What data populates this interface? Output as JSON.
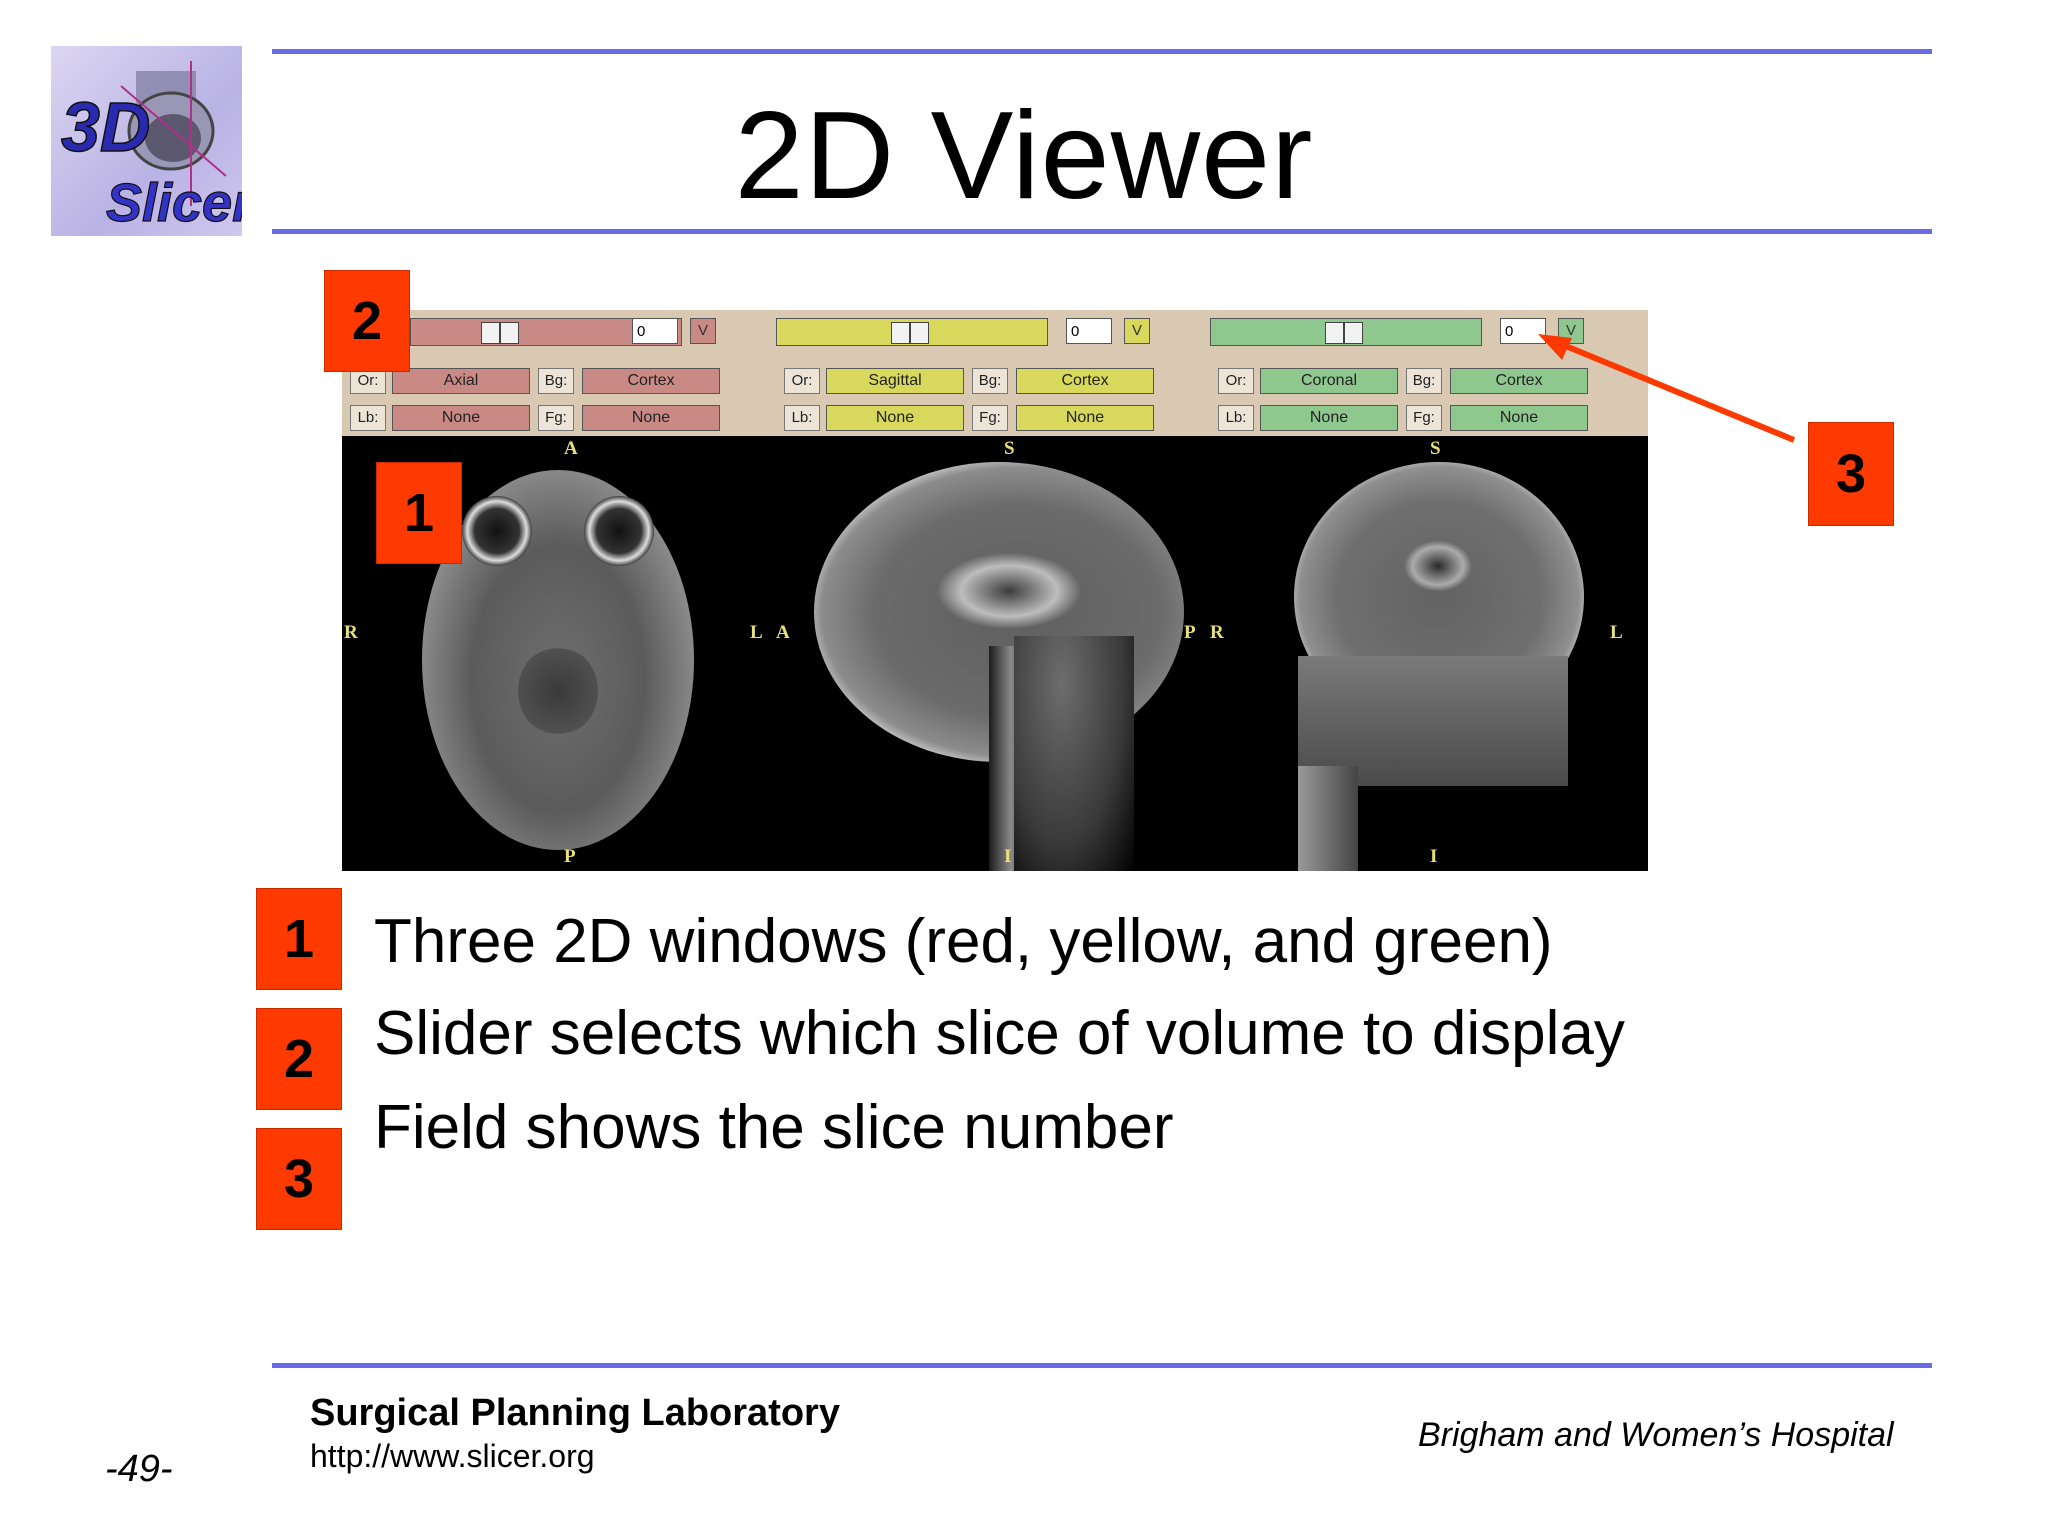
{
  "slide": {
    "title": "2D Viewer",
    "logo_text_top": "3D",
    "logo_text_bottom": "Slicer"
  },
  "viewer": {
    "windows": [
      {
        "color": "#c98a86",
        "slice_value": "0",
        "v_label": "V",
        "or_label": "Or:",
        "orientation": "Axial",
        "bg_label": "Bg:",
        "bg_value": "Cortex",
        "lb_label": "Lb:",
        "lb_value": "None",
        "fg_label": "Fg:",
        "fg_value": "None",
        "marks": {
          "top": "A",
          "left": "R",
          "right": "L",
          "bottom": "P"
        }
      },
      {
        "color": "#d8d85c",
        "slice_value": "0",
        "v_label": "V",
        "or_label": "Or:",
        "orientation": "Sagittal",
        "bg_label": "Bg:",
        "bg_value": "Cortex",
        "lb_label": "Lb:",
        "lb_value": "None",
        "fg_label": "Fg:",
        "fg_value": "None",
        "marks": {
          "top": "S",
          "left": "A",
          "right": "P",
          "bottom": "I"
        }
      },
      {
        "color": "#8fc88f",
        "slice_value": "0",
        "v_label": "V",
        "or_label": "Or:",
        "orientation": "Coronal",
        "bg_label": "Bg:",
        "bg_value": "Cortex",
        "lb_label": "Lb:",
        "lb_value": "None",
        "fg_label": "Fg:",
        "fg_value": "None",
        "marks": {
          "top": "S",
          "left": "R",
          "right": "L",
          "bottom": "I"
        }
      }
    ]
  },
  "callouts": [
    "1",
    "2",
    "3"
  ],
  "bullets": [
    {
      "badge": "1",
      "text": "Three 2D windows (red, yellow, and green)"
    },
    {
      "badge": "2",
      "text": "Slider selects which slice of volume to display"
    },
    {
      "badge": "3",
      "text": "Field  shows the slice number"
    }
  ],
  "footer": {
    "lab": "Surgical Planning Laboratory",
    "url": "http://www.slicer.org",
    "hospital": "Brigham and Women’s Hospital",
    "page": "-49-"
  },
  "colors": {
    "rule": "#6b6be8",
    "badge": "#ff3a00",
    "arrow": "#ff3a00",
    "orient_mark": "#e9e07a"
  }
}
